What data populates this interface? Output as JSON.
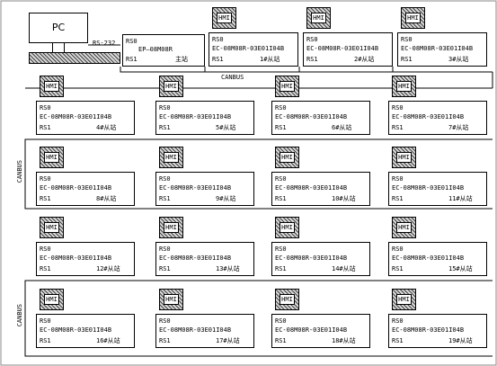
{
  "pc": {
    "label": "PC"
  },
  "master": {
    "rs0": "RS0",
    "model": "EP—08M08R",
    "rs1": "RS1",
    "role": "主站"
  },
  "rs232_label": "RS-232",
  "canbus_labels": [
    "CANBUS",
    "CANBUS",
    "CANBUS"
  ],
  "hmi_label": "HMI",
  "slaves": [
    {
      "rs0": "RS0",
      "model": "EC-08M08R-03E01I04B",
      "rs1": "RS1",
      "station": "1#从站"
    },
    {
      "rs0": "RS0",
      "model": "EC-08M08R-03E01I04B",
      "rs1": "RS1",
      "station": "2#从站"
    },
    {
      "rs0": "RS0",
      "model": "EC-08M08R-03E01I04B",
      "rs1": "RS1",
      "station": "3#从站"
    },
    {
      "rs0": "RS0",
      "model": "EC-08M08R-03E01I04B",
      "rs1": "RS1",
      "station": "4#从站"
    },
    {
      "rs0": "RS0",
      "model": "EC-08M08R-03E01I04B",
      "rs1": "RS1",
      "station": "5#从站"
    },
    {
      "rs0": "RS0",
      "model": "EC-08M08R-03E01I04B",
      "rs1": "RS1",
      "station": "6#从站"
    },
    {
      "rs0": "RS0",
      "model": "EC-08M08R-03E01I04B",
      "rs1": "RS1",
      "station": "7#从站"
    },
    {
      "rs0": "RS0",
      "model": "EC-08M08R-03E01I04B",
      "rs1": "RS1",
      "station": "8#从站"
    },
    {
      "rs0": "RS0",
      "model": "EC-08M08R-03E01I04B",
      "rs1": "RS1",
      "station": "9#从站"
    },
    {
      "rs0": "RS0",
      "model": "EC-08M08R-03E01I04B",
      "rs1": "RS1",
      "station": "10#从站"
    },
    {
      "rs0": "RS0",
      "model": "EC-08M08R-03E01I04B",
      "rs1": "RS1",
      "station": "11#从站"
    },
    {
      "rs0": "RS0",
      "model": "EC-08M08R-03E01I04B",
      "rs1": "RS1",
      "station": "12#从站"
    },
    {
      "rs0": "RS0",
      "model": "EC-08M08R-03E01I04B",
      "rs1": "RS1",
      "station": "13#从站"
    },
    {
      "rs0": "RS0",
      "model": "EC-08M08R-03E01I04B",
      "rs1": "RS1",
      "station": "14#从站"
    },
    {
      "rs0": "RS0",
      "model": "EC-08M08R-03E01I04B",
      "rs1": "RS1",
      "station": "15#从站"
    },
    {
      "rs0": "RS0",
      "model": "EC-08M08R-03E01I04B",
      "rs1": "RS1",
      "station": "16#从站"
    },
    {
      "rs0": "RS0",
      "model": "EC-08M08R-03E01I04B",
      "rs1": "RS1",
      "station": "17#从站"
    },
    {
      "rs0": "RS0",
      "model": "EC-08M08R-03E01I04B",
      "rs1": "RS1",
      "station": "18#从站"
    },
    {
      "rs0": "RS0",
      "model": "EC-08M08R-03E01I04B",
      "rs1": "RS1",
      "station": "19#从站"
    }
  ]
}
